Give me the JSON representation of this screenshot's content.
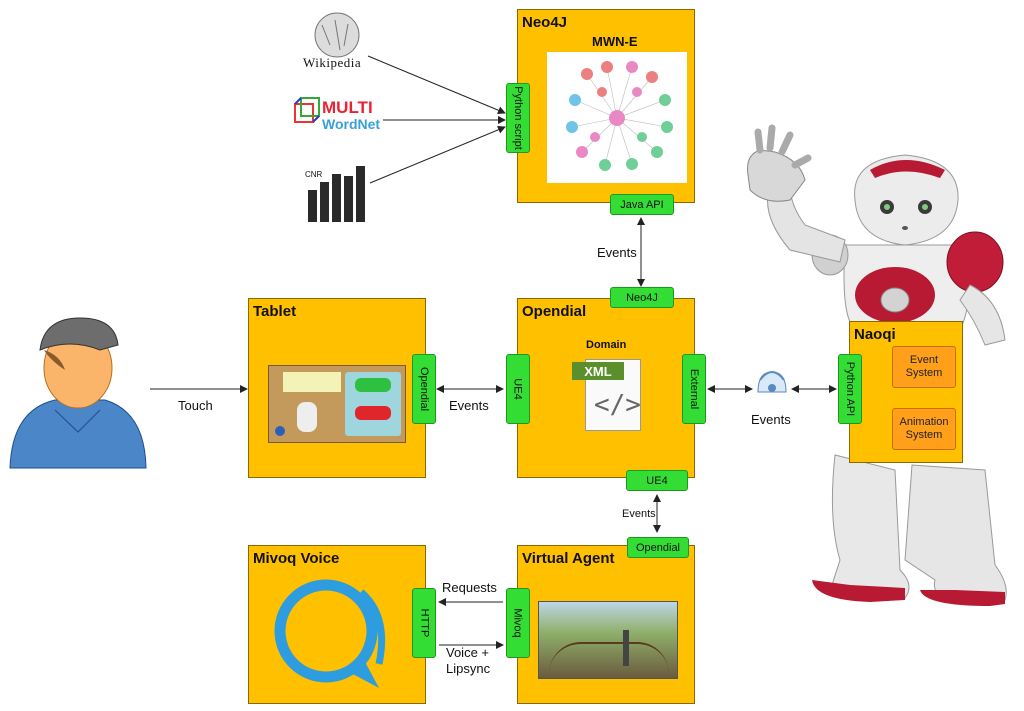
{
  "colors": {
    "box": "#ffc000",
    "port": "#33dd33",
    "subsystem": "#ff9f1a"
  },
  "sources": {
    "wikipedia": "Wikipedia",
    "multiwordnet_top": "MULTI",
    "multiwordnet_bottom": "WordNet",
    "cnr_label": "CNR",
    "cnr_logo": "ISTC"
  },
  "neo4j": {
    "title": "Neo4J",
    "subtitle": "MWN-E",
    "port_left": "Python script",
    "port_bottom": "Java API"
  },
  "tablet": {
    "title": "Tablet",
    "port_right": "Opendial"
  },
  "opendial": {
    "title": "Opendial",
    "port_top": "Neo4J",
    "port_left": "UE4",
    "port_right": "External",
    "port_bottom": "UE4",
    "domain_label": "Domain",
    "xml_label": "XML"
  },
  "naoqi": {
    "title": "Naoqi",
    "port_left": "Python API",
    "event_system": "Event System",
    "animation_system": "Animation System"
  },
  "mivoq": {
    "title": "Mivoq Voice",
    "port_right": "HTTP"
  },
  "virtual_agent": {
    "title": "Virtual Agent",
    "port_top": "Opendial",
    "port_left": "Mivoq"
  },
  "edges": {
    "touch": "Touch",
    "events_tablet_opendial": "Events",
    "events_neo4j_opendial": "Events",
    "events_opendial_naoqi": "Events",
    "events_opendial_va": "Events",
    "requests": "Requests",
    "voice_line1": "Voice +",
    "voice_line2": "Lipsync"
  }
}
